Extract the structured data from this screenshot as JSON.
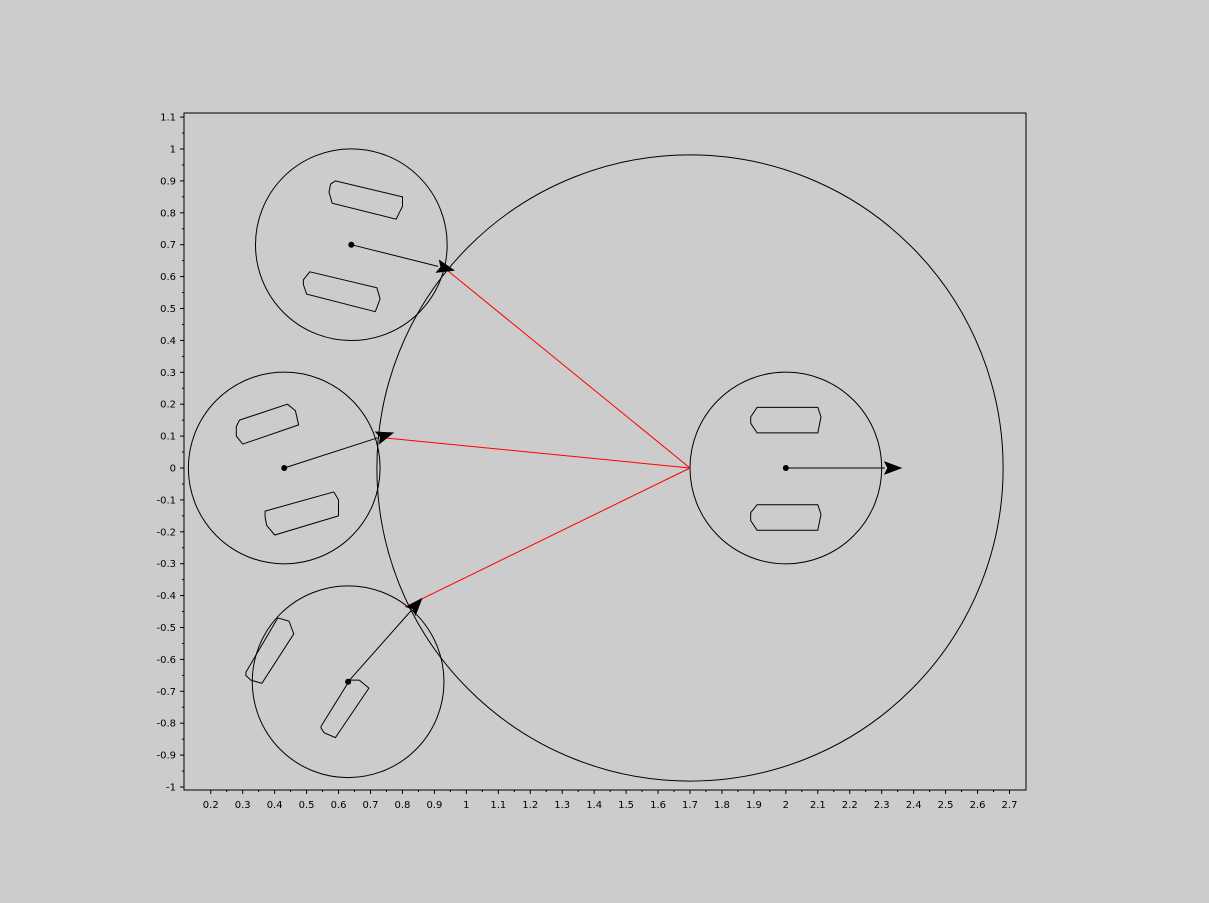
{
  "chart_data": {
    "type": "scatter",
    "title": "",
    "xlabel": "",
    "ylabel": "",
    "xlim": [
      0.15,
      2.75
    ],
    "ylim": [
      -1.0,
      1.1
    ],
    "x_ticks": [
      0.2,
      0.3,
      0.4,
      0.5,
      0.6,
      0.7,
      0.8,
      0.9,
      1,
      1.1,
      1.2,
      1.3,
      1.4,
      1.5,
      1.6,
      1.7,
      1.8,
      1.9,
      2,
      2.1,
      2.2,
      2.3,
      2.4,
      2.5,
      2.6,
      2.7
    ],
    "y_ticks": [
      -1,
      -0.9,
      -0.8,
      -0.7,
      -0.6,
      -0.5,
      -0.4,
      -0.3,
      -0.2,
      -0.1,
      0,
      0.1,
      0.2,
      0.3,
      0.4,
      0.5,
      0.6,
      0.7,
      0.8,
      0.9,
      1,
      1.1
    ],
    "grid": false,
    "colors": {
      "background": "#cccccc",
      "stroke": "#000000",
      "link": "#ff0000"
    },
    "large_circle": {
      "center": [
        1.7,
        0.0
      ],
      "radius": 0.98
    },
    "robots": [
      {
        "center": [
          2.0,
          0.0
        ],
        "radius": 0.3,
        "heading": [
          2.36,
          0.0
        ]
      },
      {
        "center": [
          0.64,
          0.7
        ],
        "radius": 0.3,
        "heading": [
          0.96,
          0.62
        ]
      },
      {
        "center": [
          0.43,
          0.0
        ],
        "radius": 0.3,
        "heading": [
          0.77,
          0.11
        ]
      },
      {
        "center": [
          0.63,
          -0.67
        ],
        "radius": 0.3,
        "heading": [
          0.86,
          -0.41
        ]
      }
    ],
    "red_lines": [
      {
        "from": [
          1.7,
          0.0
        ],
        "to": [
          0.94,
          0.62
        ]
      },
      {
        "from": [
          1.7,
          0.0
        ],
        "to": [
          0.74,
          0.095
        ]
      },
      {
        "from": [
          1.7,
          0.0
        ],
        "to": [
          0.81,
          -0.435
        ]
      }
    ],
    "polygons": [
      [
        [
          1.91,
          0.19
        ],
        [
          2.1,
          0.19
        ],
        [
          2.11,
          0.16
        ],
        [
          2.1,
          0.11
        ],
        [
          1.91,
          0.11
        ],
        [
          1.89,
          0.14
        ],
        [
          1.89,
          0.16
        ]
      ],
      [
        [
          1.91,
          -0.115
        ],
        [
          2.1,
          -0.115
        ],
        [
          2.11,
          -0.145
        ],
        [
          2.1,
          -0.195
        ],
        [
          1.91,
          -0.195
        ],
        [
          1.89,
          -0.165
        ],
        [
          1.89,
          -0.14
        ]
      ],
      [
        [
          0.59,
          0.9
        ],
        [
          0.8,
          0.85
        ],
        [
          0.8,
          0.82
        ],
        [
          0.78,
          0.78
        ],
        [
          0.58,
          0.83
        ],
        [
          0.57,
          0.865
        ],
        [
          0.575,
          0.89
        ]
      ],
      [
        [
          0.51,
          0.615
        ],
        [
          0.72,
          0.565
        ],
        [
          0.73,
          0.53
        ],
        [
          0.715,
          0.49
        ],
        [
          0.5,
          0.545
        ],
        [
          0.49,
          0.575
        ],
        [
          0.49,
          0.59
        ]
      ],
      [
        [
          0.29,
          0.15
        ],
        [
          0.44,
          0.2
        ],
        [
          0.465,
          0.18
        ],
        [
          0.475,
          0.135
        ],
        [
          0.3,
          0.075
        ],
        [
          0.28,
          0.1
        ],
        [
          0.28,
          0.13
        ]
      ],
      [
        [
          0.37,
          -0.135
        ],
        [
          0.585,
          -0.075
        ],
        [
          0.6,
          -0.1
        ],
        [
          0.6,
          -0.15
        ],
        [
          0.4,
          -0.21
        ],
        [
          0.375,
          -0.18
        ],
        [
          0.37,
          -0.155
        ]
      ],
      [
        [
          0.31,
          -0.64
        ],
        [
          0.41,
          -0.47
        ],
        [
          0.445,
          -0.48
        ],
        [
          0.46,
          -0.52
        ],
        [
          0.36,
          -0.675
        ],
        [
          0.325,
          -0.665
        ],
        [
          0.31,
          -0.65
        ]
      ],
      [
        [
          0.545,
          -0.81
        ],
        [
          0.635,
          -0.665
        ],
        [
          0.665,
          -0.665
        ],
        [
          0.695,
          -0.69
        ],
        [
          0.59,
          -0.845
        ],
        [
          0.555,
          -0.83
        ],
        [
          0.545,
          -0.815
        ]
      ]
    ]
  }
}
